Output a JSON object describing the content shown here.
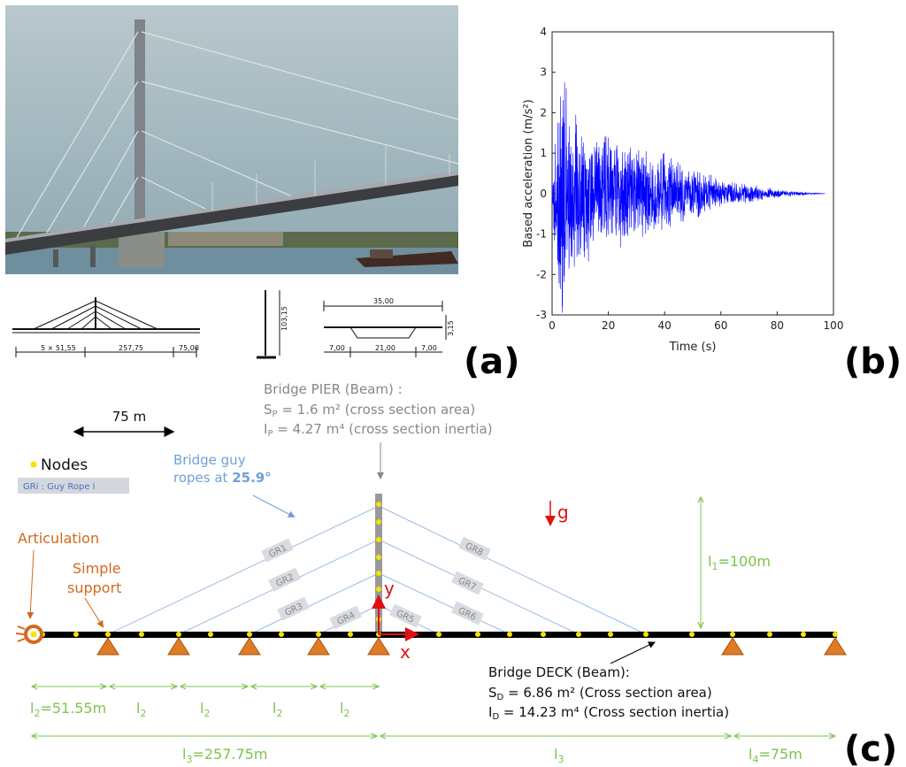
{
  "panel_a": {
    "label": "(a)",
    "drawing": {
      "span_left": "5 × 51,55",
      "span_mid": "257,75",
      "span_right": "75,00",
      "pier_height": "103,15",
      "section_width": "35,00",
      "section_depth": "3,15",
      "section_left": "7,00",
      "section_mid": "21,00",
      "section_right": "7,00"
    }
  },
  "panel_b": {
    "label": "(b)",
    "chart_data": {
      "type": "line",
      "xlabel": "Time (s)",
      "ylabel": "Based acceleration (m/s²)",
      "xlim": [
        0,
        100
      ],
      "ylim": [
        -3,
        4
      ],
      "xticks": [
        "0",
        "20",
        "40",
        "60",
        "80",
        "100"
      ],
      "yticks": [
        "4",
        "3",
        "2",
        "1",
        "0",
        "-1",
        "-2",
        "-3"
      ],
      "grid": false,
      "series": [
        {
          "color": "#0000ff",
          "description_free": true,
          "envelope": {
            "t": [
              0,
              2,
              3,
              5,
              8,
              12,
              20,
              30,
              40,
              50,
              60,
              70,
              80,
              87,
              97
            ],
            "amplitude": [
              0.3,
              3.1,
              3.3,
              2.7,
              2.2,
              1.9,
              1.6,
              1.3,
              1.0,
              0.7,
              0.4,
              0.25,
              0.12,
              0.06,
              0.0
            ]
          }
        }
      ]
    }
  },
  "panel_c": {
    "label": "(c)",
    "scale_label": "75 m",
    "legend_nodes": "Nodes",
    "legend_guy": "GRi : Guy Rope i",
    "guy_text_1": "Bridge guy",
    "guy_text_2": "ropes at ",
    "guy_angle": "25.9°",
    "pier_title": "Bridge PIER (Beam) :",
    "pier_sp": "S",
    "pier_sp_sub": "P",
    "pier_sp_val": " = 1.6 m² (cross section area)",
    "pier_ip": "I",
    "pier_ip_sub": "P",
    "pier_ip_val": " = 4.27 m⁴ (cross section inertia)",
    "articulation": "Articulation",
    "simple_support_1": "Simple",
    "simple_support_2": "support",
    "gravity": "g",
    "axis_y": "y",
    "axis_x": "x",
    "l1": "l",
    "l1_sub": "1",
    "l1_val": "=100m",
    "guy_ropes": [
      "GR1",
      "GR2",
      "GR3",
      "GR4",
      "GR5",
      "GR6",
      "GR7",
      "GR8"
    ],
    "deck_title": "Bridge DECK (Beam):",
    "deck_sd": "S",
    "deck_sd_sub": "D",
    "deck_sd_val": " = 6.86 m² (Cross section area)",
    "deck_id": "I",
    "deck_id_sub": "D",
    "deck_id_val": " = 14.23 m⁴ (Cross section inertia)",
    "l2_first": "l",
    "l2_first_sub": "2",
    "l2_first_val": "=51.55m",
    "l2_label": "l",
    "l2_sub": "2",
    "l3_first": "l",
    "l3_first_sub": "3",
    "l3_first_val": "=257.75m",
    "l3_label": "l",
    "l3_sub": "3",
    "l4": "l",
    "l4_sub": "4",
    "l4_val": "=75m",
    "colors": {
      "guy": "#6fa0d8",
      "dim": "#7cc44c",
      "orange": "#d2691e",
      "red": "#e01010",
      "node": "#f5e300",
      "grey": "#888888"
    }
  }
}
